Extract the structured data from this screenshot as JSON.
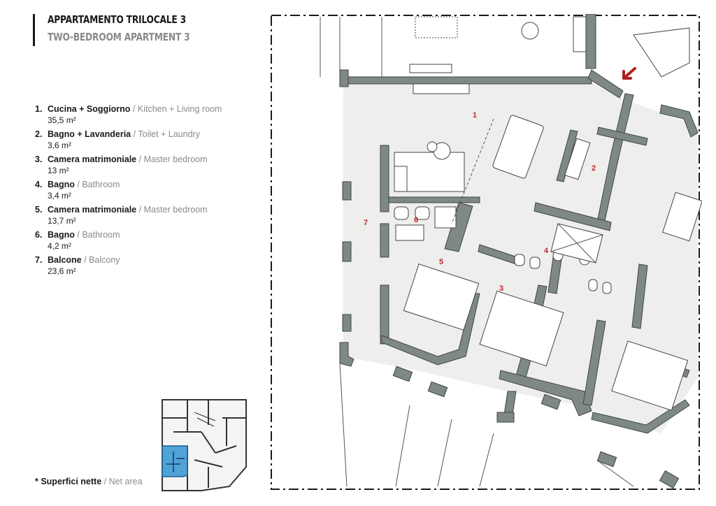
{
  "header": {
    "title_it": "APPARTAMENTO TRILOCALE 3",
    "title_en": "TWO-BEDROOM APARTMENT 3"
  },
  "rooms": [
    {
      "num": "1.",
      "name_it": "Cucina + Soggiorno",
      "name_en": "/ Kitchen + Living room",
      "area": "35,5 m²"
    },
    {
      "num": "2.",
      "name_it": "Bagno + Lavanderia",
      "name_en": "/ Toilet + Laundry",
      "area": "3,6 m²"
    },
    {
      "num": "3.",
      "name_it": "Camera matrimoniale",
      "name_en": "/ Master bedroom",
      "area": "13 m²"
    },
    {
      "num": "4.",
      "name_it": "Bagno",
      "name_en": "/ Bathroom",
      "area": "3,4 m²"
    },
    {
      "num": "5.",
      "name_it": "Camera matrimoniale",
      "name_en": "/ Master bedroom",
      "area": "13,7 m²"
    },
    {
      "num": "6.",
      "name_it": "Bagno",
      "name_en": "/ Bathroom",
      "area": "4,2 m²"
    },
    {
      "num": "7.",
      "name_it": "Balcone",
      "name_en": "/ Balcony",
      "area": "23,6 m²"
    }
  ],
  "note": {
    "text_it": "* Superfici nette",
    "text_en": "/ Net area"
  },
  "plan_labels": {
    "r1": "1",
    "r2": "2",
    "r3": "3",
    "r4": "4",
    "r5": "5",
    "r6": "6",
    "r7": "7"
  },
  "colors": {
    "wall": "#7e8886",
    "room_label": "#c0282d",
    "entry_arrow": "#b0201f",
    "keyplan_highlight": "#4fa3d8"
  },
  "icons": {
    "entry": "entry-arrow-icon"
  }
}
